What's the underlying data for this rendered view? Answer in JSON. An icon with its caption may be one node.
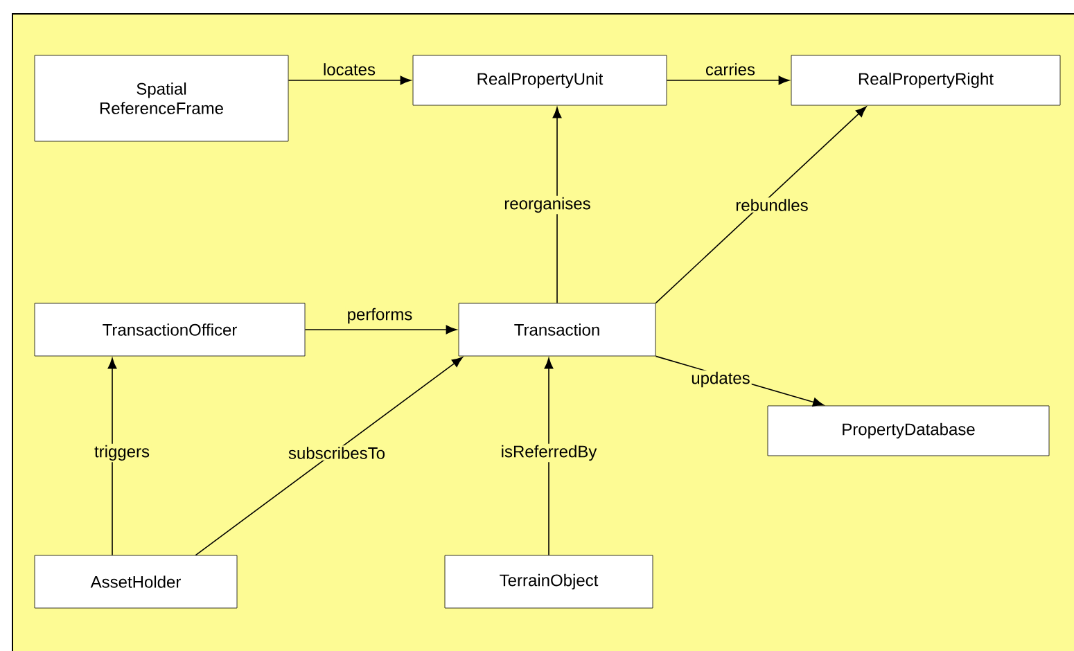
{
  "diagram": {
    "nodes": [
      {
        "text": [
          "Spatial ReferenceFrame"
        ]
      },
      {
        "text": [
          "RealPropertyUnit"
        ]
      },
      {
        "text": [
          "RealPropertyRight"
        ]
      },
      {
        "text": [
          "TransactionOfficer"
        ]
      },
      {
        "text": [
          "Transaction"
        ]
      },
      {
        "text": [
          "PropertyDatabase"
        ]
      },
      {
        "text": [
          "AssetHolder"
        ]
      },
      {
        "text": [
          "TerrainObject"
        ]
      }
    ],
    "edges": [
      {
        "from": 0,
        "to": 1,
        "arrow": "to",
        "label": "locates"
      },
      {
        "from": 1,
        "to": 2,
        "arrow": "to",
        "label": "carries"
      },
      {
        "from": 4,
        "to": 1,
        "arrow": "to",
        "label": "reorganises"
      },
      {
        "from": 4,
        "to": 2,
        "arrow": "to",
        "label": "rebundles"
      },
      {
        "from": 3,
        "to": 4,
        "arrow": "to",
        "label": "performs"
      },
      {
        "from": 4,
        "to": 5,
        "arrow": "to",
        "label": "updates"
      },
      {
        "from": 6,
        "to": 3,
        "arrow": "to",
        "label": "triggers"
      },
      {
        "from": 6,
        "to": 4,
        "arrow": "to",
        "label": "subscribesTo"
      },
      {
        "from": 7,
        "to": 4,
        "arrow": "to",
        "label": "isReferredBy"
      }
    ]
  }
}
